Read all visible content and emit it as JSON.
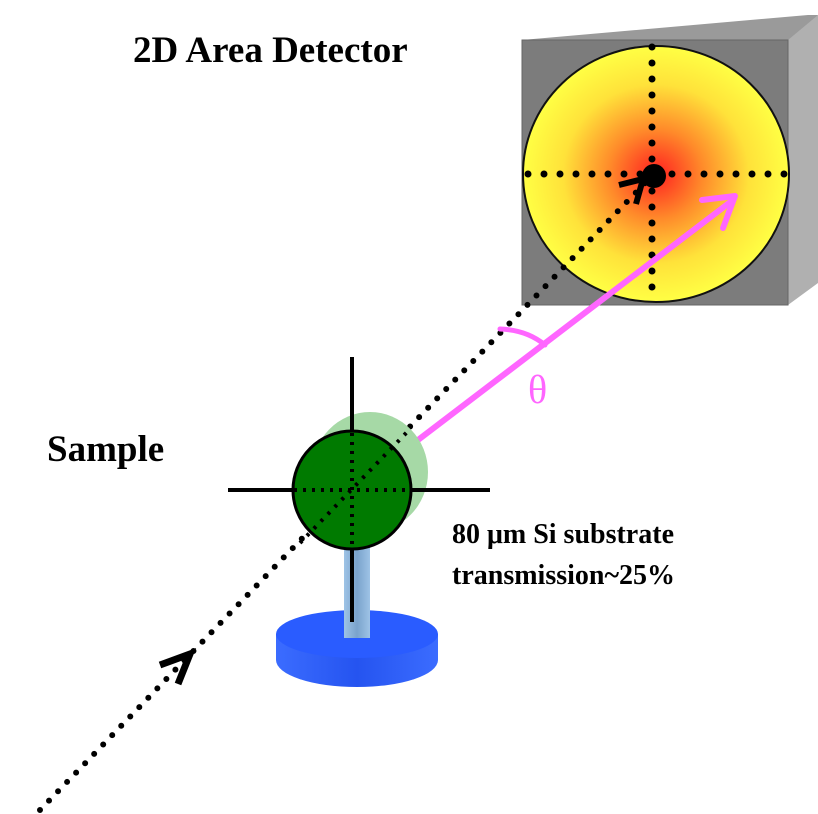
{
  "labels": {
    "detector": "2D Area Detector",
    "sample": "Sample",
    "angle": "θ",
    "substrate_line1": "80 μm Si substrate",
    "substrate_line2": "transmission~25%"
  },
  "icons": {
    "detector": "area-detector-box",
    "sample": "sample-disc-on-mount",
    "beam": "dotted-incident-beam",
    "diffracted": "diffracted-beam-arrow"
  },
  "colors": {
    "diffracted_beam": "#ff66ff",
    "angle_label": "#ff66ff",
    "detector_face": "#ffff33",
    "detector_hotspot": "#ff2a2a",
    "detector_box": "#808080",
    "sample_front": "#007a00",
    "sample_back": "#a6d9a6",
    "mount_post": "#8ab0d0",
    "mount_base": "#2a5cff"
  }
}
